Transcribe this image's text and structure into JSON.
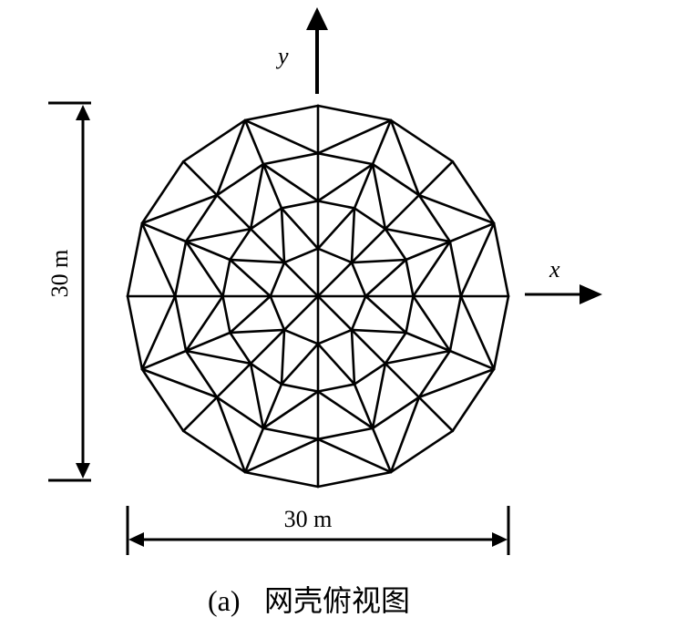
{
  "figure": {
    "caption_label": "(a)",
    "caption_text": "网壳俯视图",
    "axis_x_label": "x",
    "axis_y_label": "y",
    "dim_horizontal": "30 m",
    "dim_vertical": "30 m"
  },
  "lattice": {
    "rings": 4,
    "sectors": 8,
    "nodes_per_ring": [
      8,
      16,
      16,
      16
    ],
    "span_m": 30,
    "line_color": "#000000"
  }
}
